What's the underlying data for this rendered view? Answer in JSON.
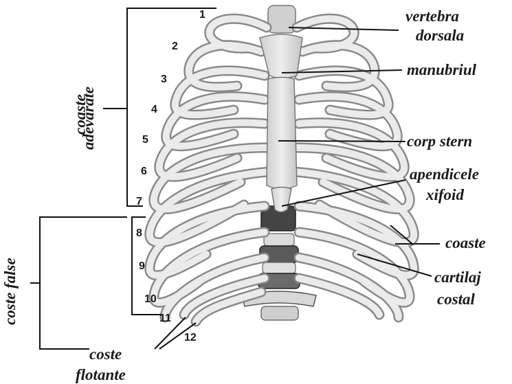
{
  "labels": {
    "vertebra_dorsala_line1": "vertebra",
    "vertebra_dorsala_line2": "dorsala",
    "manubriul": "manubriul",
    "corp_stern": "corp stern",
    "apendicele_line1": "apendicele",
    "apendicele_line2": "xifoid",
    "coaste": "coaste",
    "cartilaj_line1": "cartilaj",
    "cartilaj_line2": "costal",
    "coaste_adevarate_line1": "coaste",
    "coaste_adevarate_line2": "adevarate",
    "coste_false": "coste false",
    "coste_flotante_line1": "coste",
    "coste_flotante_line2": "flotante"
  },
  "rib_numbers": [
    "1",
    "2",
    "3",
    "4",
    "5",
    "6",
    "7",
    "8",
    "9",
    "10",
    "11",
    "12"
  ],
  "colors": {
    "bone": "#e6e6e6",
    "bone_shade": "#a9a9a9",
    "spine_dark": "#4a4a4a",
    "line": "#111111",
    "background": "#ffffff"
  }
}
